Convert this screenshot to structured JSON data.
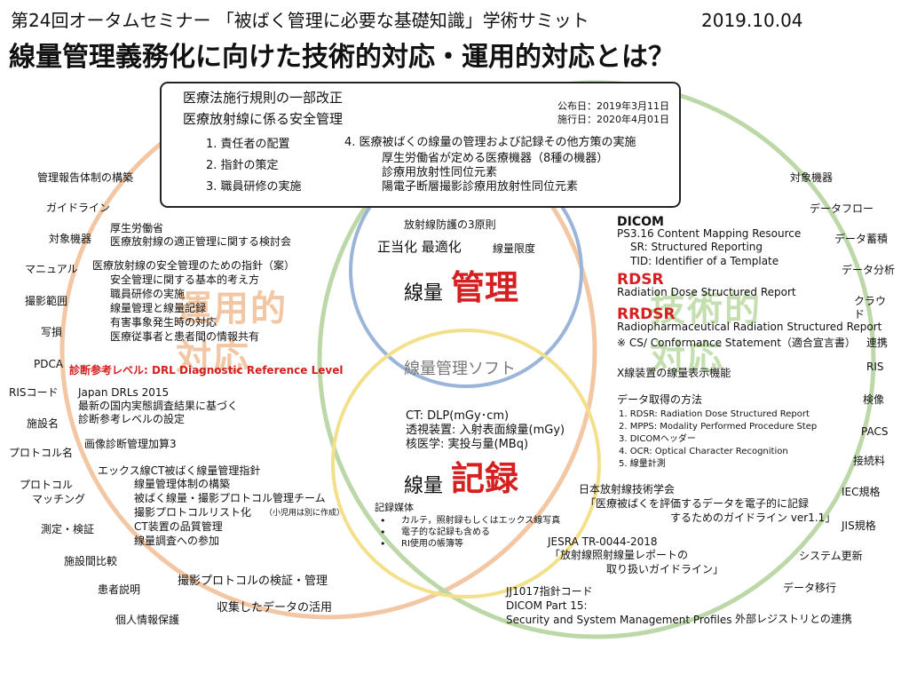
{
  "header": {
    "event": "第24回オータムセミナー 「被ばく管理に必要な基礎知識」学術サミット",
    "date": "2019.10.04",
    "title": "線量管理義務化に向けた技術的対応・運用的対応とは？"
  },
  "colors": {
    "left_circle": "#f3c7a4",
    "right_circle": "#bcd8a8",
    "top_circle": "#9bb5d8",
    "bottom_circle": "#f3e08a",
    "accent_red": "#d42020"
  },
  "box": {
    "title1": "医療法施行規則の一部改正",
    "title2": "医療放射線に係る安全管理",
    "promulgation": "公布日：2019年3月11日",
    "enforcement": "施行日：2020年4月01日",
    "items": [
      "1. 責任者の配置",
      "2. 指針の策定",
      "3. 職員研修の実施"
    ],
    "item4": "4. 医療被ばくの線量の管理および記録その他方策の実施",
    "item4_sub1": "厚生労働省が定める医療機器（8種の機器）",
    "item4_sub2": "診療用放射性同位元素",
    "item4_sub3": "陽電子断層撮影診療用放射性同位元素"
  },
  "center": {
    "principles_title": "放射線防護の3原則",
    "principles": "正当化  最適化",
    "principles_small": "線量限度",
    "mgmt_prefix": "線量",
    "mgmt_word": "管理",
    "software": "線量管理ソフト",
    "ct": "CT: DLP(mGy･cm)",
    "fluoro": "透視装置: 入射表面線量(mGy)",
    "nm": "核医学: 実投与量(MBq)",
    "rec_prefix": "線量",
    "rec_word": "記録",
    "media_title": "記録媒体",
    "media": [
      "カルテ，照射録もしくはエックス線写真",
      "電子的な記録も含める",
      "RI使用の帳簿等"
    ]
  },
  "left_watermark": [
    "運用的",
    "対応"
  ],
  "right_watermark": [
    "技術的",
    "対応"
  ],
  "left_outer": [
    "管理報告体制の構築",
    "ガイドライン",
    "対象機器",
    "マニュアル",
    "撮影範囲",
    "写損",
    "PDCA",
    "RISコード",
    "施設名",
    "プロトコル名",
    "プロトコル",
    "マッチング",
    "測定・検証",
    "施設間比較",
    "患者説明",
    "個人情報保護"
  ],
  "left_inner": {
    "mhlw": "厚生労働省",
    "mhlw_sub": "医療放射線の適正管理に関する検討会",
    "guide": "医療放射線の安全管理のための指針（案）",
    "guide_items": [
      "安全管理に関する基本的考え方",
      "職員研修の実施",
      "線量管理と線量記録",
      "有害事象発生時の対応",
      "医療従事者と患者間の情報共有"
    ],
    "drl": "診断参考レベル: DRL Diagnostic Reference Level",
    "jdrl": "Japan DRLs 2015",
    "jdrl_sub1": "最新の国内実態調査結果に基づく",
    "jdrl_sub2": "診断参考レベルの設定",
    "bonus": "画像診断管理加算3",
    "ct_guide": "エックス線CT被ばく線量管理指針",
    "ct_items": [
      "線量管理体制の構築",
      "被ばく線量・撮影プロトコル管理チーム",
      "撮影プロトコルリスト化",
      "CT装置の品質管理",
      "線量調査への参加"
    ],
    "ct_note": "（小児用は別に作成）",
    "verify": "撮影プロトコルの検証・管理",
    "use": "収集したデータの活用"
  },
  "right_outer": [
    "対象機器",
    "データフロー",
    "データ蓄積",
    "データ分析",
    "クラウ",
    "ド",
    "連携",
    "RIS",
    "検像",
    "PACS",
    "接続料",
    "IEC規格",
    "JIS規格",
    "システム更新",
    "データ移行",
    "外部レジストリとの連携"
  ],
  "right_inner": {
    "dicom": "DICOM",
    "ps": "PS3.16 Content Mapping Resource",
    "sr": "SR: Structured Reporting",
    "tid": "TID: Identifier of a Template",
    "rdsr": "RDSR",
    "rdsr_full": "Radiation Dose Structured Report",
    "rrdsr": "RRDSR",
    "rrdsr_full": "Radiopharmaceutical Radiation Structured Report",
    "cs": "※ CS/ Conformance Statement（適合宣言書）",
    "xray": "X線装置の線量表示機能",
    "acq_title": "データ取得の方法",
    "acq": [
      "1.   RDSR: Radiation Dose Structured Report",
      "2.   MPPS: Modality Performed Procedure Step",
      "3.   DICOMヘッダー",
      "4.   OCR: Optical Character Recognition",
      "5.   線量計測"
    ],
    "jsrt": "日本放射線技術学会",
    "jsrt_sub1": "「医療被ばくを評価するデータを電子的に記録",
    "jsrt_sub2": "するためのガイドライン ver1.1」",
    "jesra": "JESRA TR-0044-2018",
    "jesra_sub1": "「放射線照射線量レポートの",
    "jesra_sub2": "取り扱いガイドライン」",
    "jj": "JJ1017指針コード",
    "dicom15": "DICOM Part 15:",
    "security": "Security and System Management Profiles"
  }
}
